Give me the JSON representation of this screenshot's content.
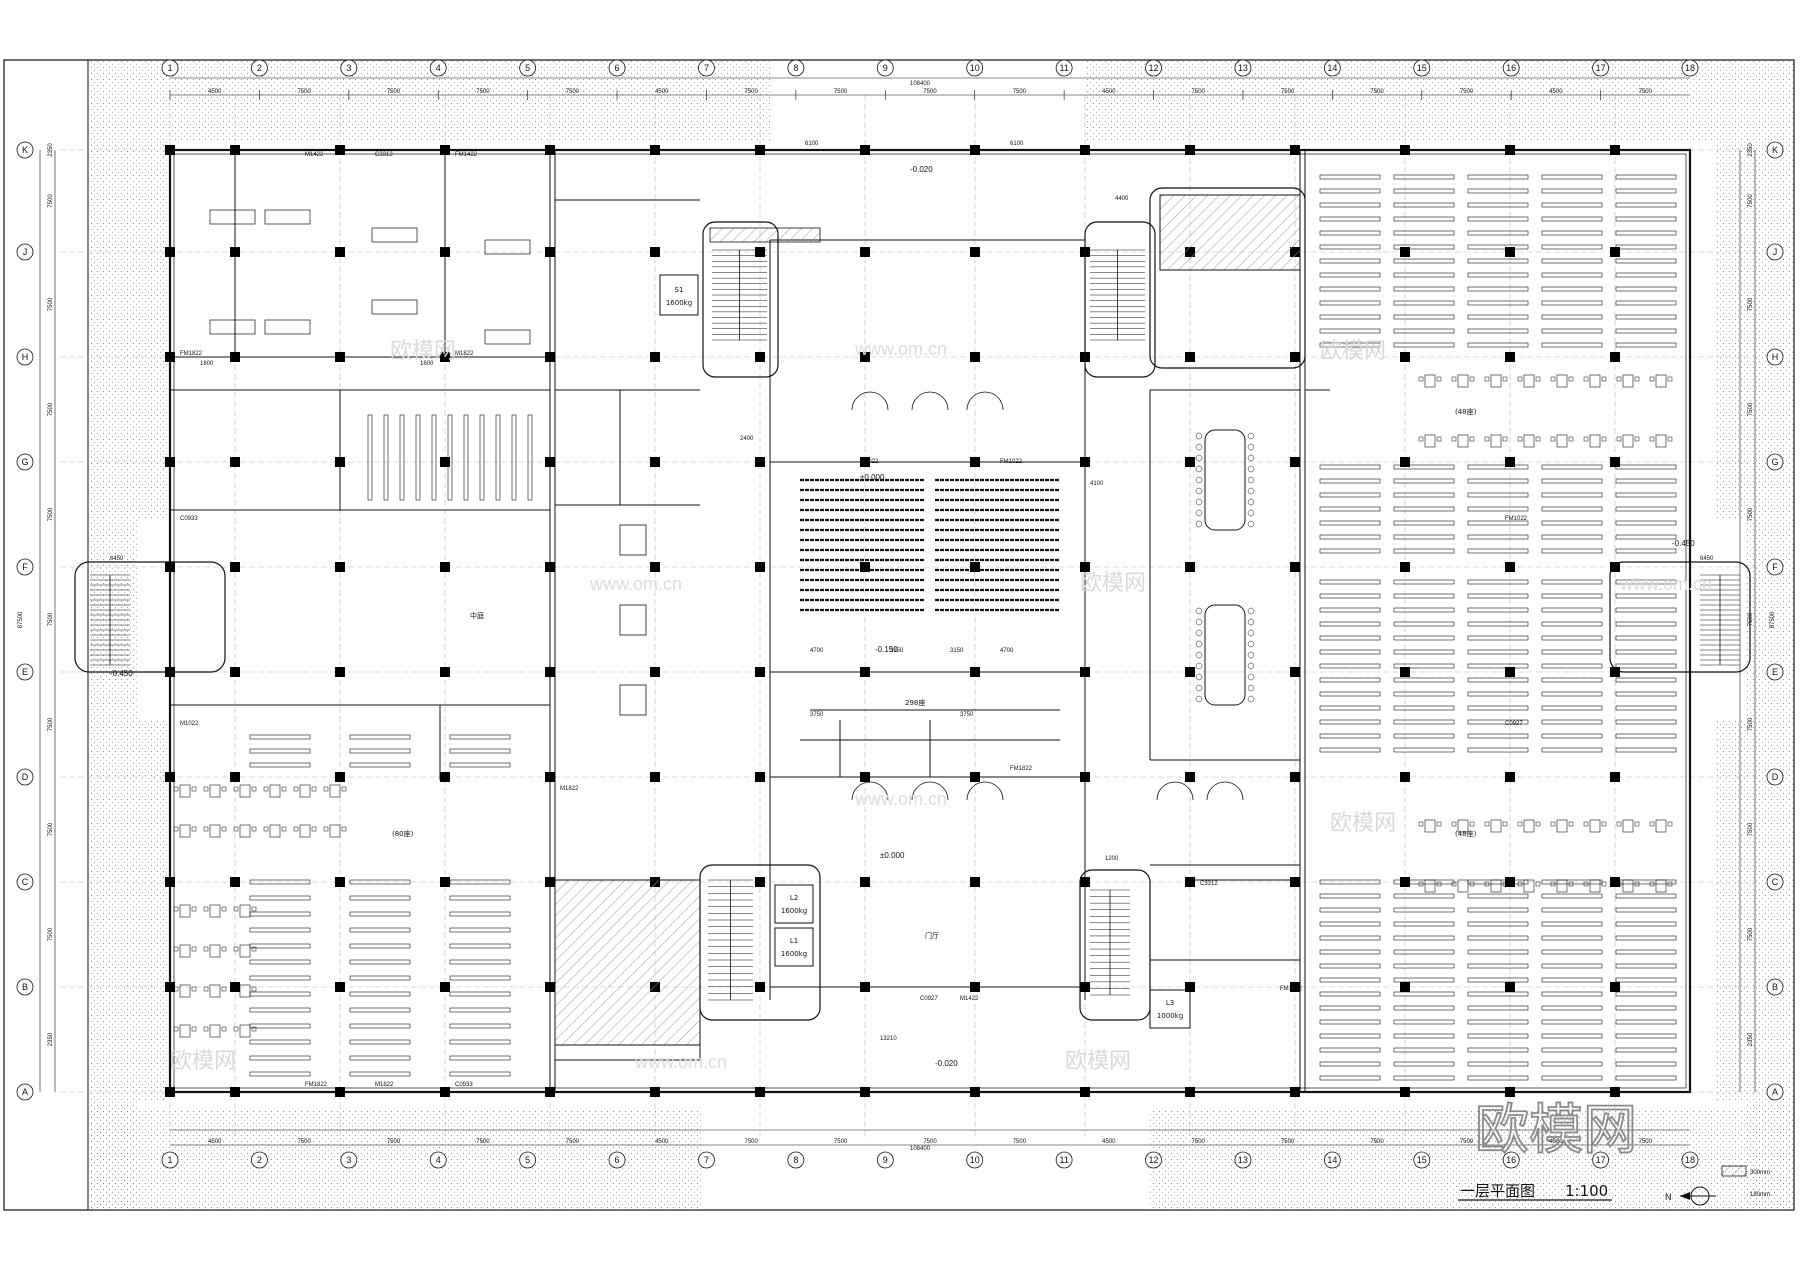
{
  "drawing": {
    "title": "一层平面图",
    "scale": "1:100",
    "north_label": "N",
    "legend_wall_spec": "300mm",
    "legend_sub_spec": "180mm",
    "watermark_text": "欧模网",
    "watermark_faint": "欧模网",
    "watermark_url": "www.om.cn"
  },
  "overall_dims": {
    "top": "108400",
    "bottom": "108400",
    "right_total": "87500",
    "left_total": "87500"
  },
  "grid_columns": [
    "1",
    "2",
    "3",
    "4",
    "5",
    "6",
    "7",
    "8",
    "9",
    "10",
    "11",
    "12",
    "13",
    "14",
    "15",
    "16",
    "17",
    "18"
  ],
  "grid_rows": [
    "K",
    "J",
    "H",
    "G",
    "F",
    "E",
    "D",
    "C",
    "B",
    "A"
  ],
  "bay_dims_top": [
    "4500",
    "7500",
    "7500",
    "7500",
    "7500",
    "4500",
    "7500",
    "7500",
    "7500",
    "7500",
    "4500",
    "7500",
    "7500",
    "7500",
    "7500",
    "4500",
    "7500"
  ],
  "row_dims_side": [
    "2350",
    "7500",
    "7500",
    "7500",
    "7500",
    "7500",
    "7500",
    "7500",
    "7500",
    "2350"
  ],
  "elevators": [
    {
      "id": "S1",
      "load": "1600kg"
    },
    {
      "id": "L2",
      "load": "1600kg"
    },
    {
      "id": "L1",
      "load": "1600kg"
    },
    {
      "id": "L3",
      "load": "1000kg"
    }
  ],
  "elevations": {
    "main": "±0.000",
    "entry_east": "-0.450",
    "entry_west": "-0.450",
    "entry_north": "-0.020",
    "entry_south": "-0.020",
    "step": "-0.150"
  },
  "room_labels": {
    "reading_80": "(80座)",
    "reading_48a": "(48座)",
    "reading_48b": "(48座)",
    "auditorium": "298座",
    "hall": "门厅",
    "atrium": "中庭"
  },
  "door_tags": [
    "FM1822",
    "M1822",
    "C0933",
    "M1022",
    "FM1022",
    "C0927",
    "M1422",
    "C3312",
    "FM1422"
  ],
  "dims_misc": [
    "13210",
    "6100",
    "6100",
    "4700",
    "3150",
    "3150",
    "4700",
    "3750",
    "3750",
    "4400",
    "4100",
    "6450",
    "6450",
    "1800",
    "1600",
    "1200",
    "2400"
  ],
  "colors": {
    "line": "#111111",
    "hatch": "#9a9a9a",
    "stipple": "#7a7a7a",
    "column": "#000000"
  }
}
